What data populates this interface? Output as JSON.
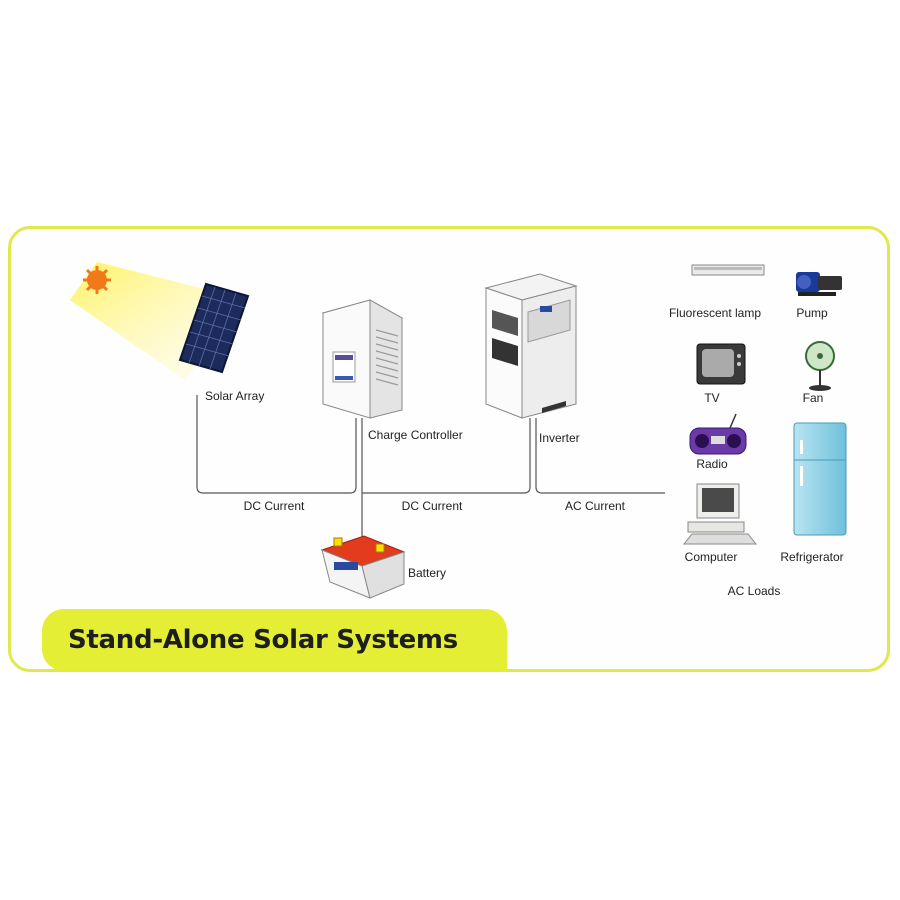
{
  "title": "Stand-Alone Solar Systems",
  "components": {
    "solar_array": "Solar Array",
    "charge_controller": "Charge Controller",
    "inverter": "Inverter",
    "battery": "Battery"
  },
  "connections": {
    "dc_current_1": "DC Current",
    "dc_current_2": "DC Current",
    "ac_current": "AC Current"
  },
  "loads": {
    "group_label": "AC Loads",
    "fluorescent_lamp": "Fluorescent lamp",
    "pump": "Pump",
    "tv": "TV",
    "fan": "Fan",
    "radio": "Radio",
    "computer": "Computer",
    "refrigerator": "Refrigerator"
  },
  "colors": {
    "frame_border": "#e0e84a",
    "title_background": "#e3ee35",
    "sun": "#f07a1a",
    "sun_glow": "#fff25a",
    "solar_panel": "#1c2a5c",
    "battery_top": "#e23b1e",
    "radio": "#6a3aa8",
    "refrigerator": "#8fd0e8",
    "wire": "#555555"
  }
}
